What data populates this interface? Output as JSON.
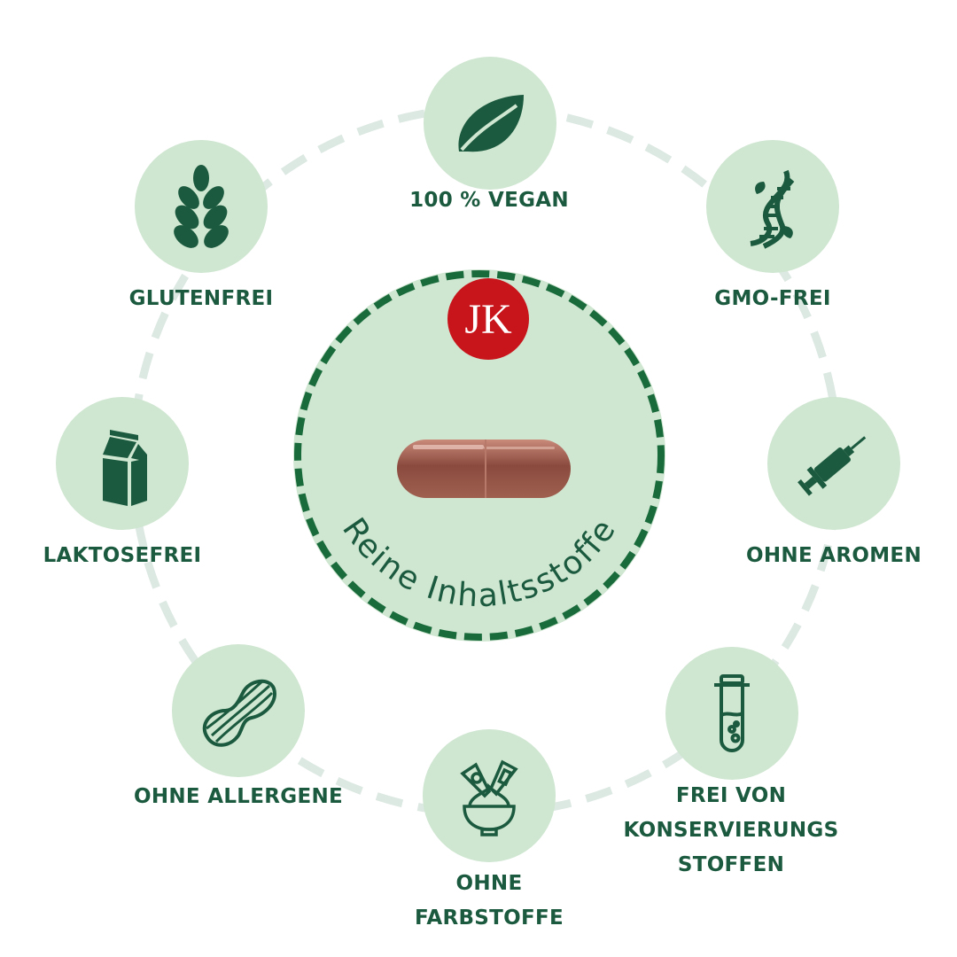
{
  "colors": {
    "badge_fill": "#cfe6d1",
    "icon_dark": "#1b5a3e",
    "center_border": "#1a6b3c",
    "outer_ring": "#dce8e2",
    "logo_red": "#c8141b"
  },
  "center": {
    "logo_text": "JK",
    "arc_text": "Reine Inhaltsstoffe",
    "image": "capsule"
  },
  "features": [
    {
      "id": "vegan",
      "icon": "leaf-icon",
      "label_lines": [
        "100 % VEGAN"
      ]
    },
    {
      "id": "gmo",
      "icon": "dna-icon",
      "label_lines": [
        "GMO-FREI"
      ]
    },
    {
      "id": "aromen",
      "icon": "syringe-icon",
      "label_lines": [
        "OHNE AROMEN"
      ]
    },
    {
      "id": "konservierung",
      "icon": "test-tube-icon",
      "label_lines": [
        "FREI VON",
        "KONSERVIERUNGS",
        "STOFFEN"
      ]
    },
    {
      "id": "farbstoffe",
      "icon": "bowl-tubes-icon",
      "label_lines": [
        "OHNE",
        "FARBSTOFFE"
      ]
    },
    {
      "id": "allergene",
      "icon": "peanut-icon",
      "label_lines": [
        "OHNE ALLERGENE"
      ]
    },
    {
      "id": "laktose",
      "icon": "milk-carton-icon",
      "label_lines": [
        "LAKTOSEFREI"
      ]
    },
    {
      "id": "gluten",
      "icon": "wheat-icon",
      "label_lines": [
        "GLUTENFREI"
      ]
    }
  ]
}
